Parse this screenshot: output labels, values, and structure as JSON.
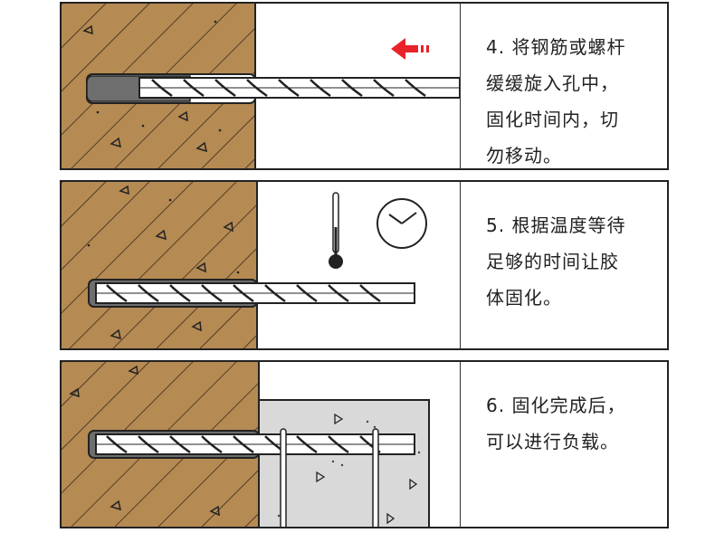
{
  "colors": {
    "wall": "#b58a53",
    "hatch": "#3a2a1a",
    "concrete": "#d9d9d9",
    "adhesive": "#6e6e6e",
    "arrow": "#e8232a",
    "outline": "#222222"
  },
  "icons": {
    "step4": "insert-arrow-icon",
    "step5_a": "thermometer-icon",
    "step5_b": "clock-icon"
  },
  "steps": [
    {
      "text_lines": [
        "4.  将钢筋或螺杆",
        "缓缓旋入孔中，",
        "固化时间内，切",
        "勿移动。"
      ]
    },
    {
      "text_lines": [
        "5.  根据温度等待",
        "足够的时间让胶",
        "体固化。"
      ]
    },
    {
      "text_lines": [
        "6.  固化完成后，",
        "可以进行负载。"
      ]
    }
  ]
}
